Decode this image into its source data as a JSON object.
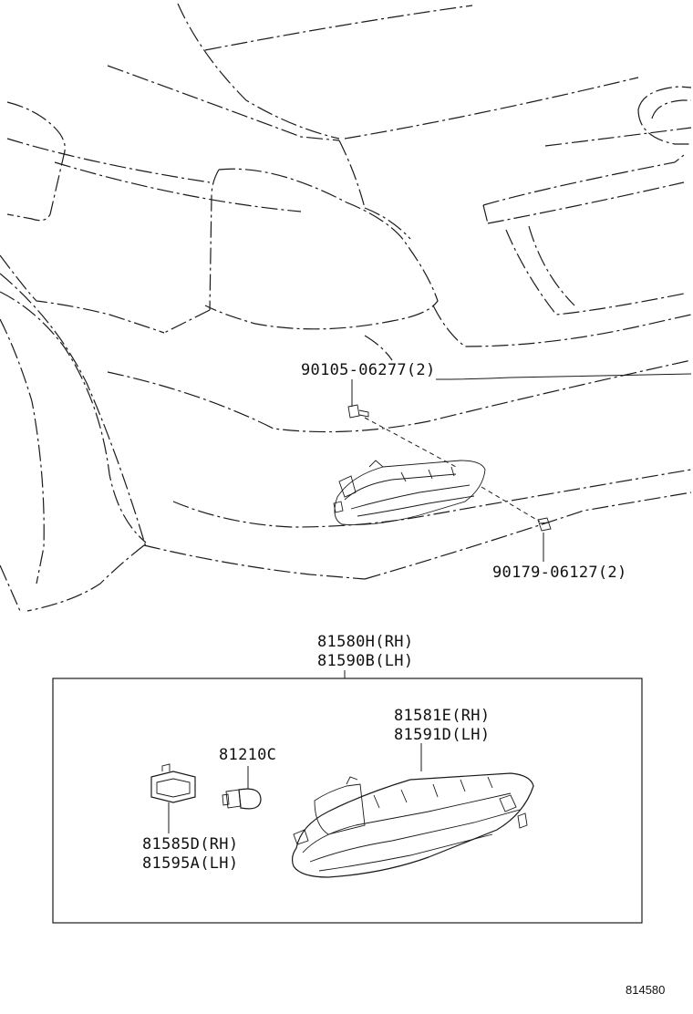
{
  "labels": {
    "screw": "90105-06277(2)",
    "clip": "90179-06127(2)",
    "assembly_rh": "81580H(RH)",
    "assembly_lh": "81590B(LH)",
    "lens_rh": "81581E(RH)",
    "lens_lh": "81591D(LH)",
    "bulb": "81210C",
    "socket_rh": "81585D(RH)",
    "socket_lh": "81595A(LH)"
  },
  "figure_number": "814580"
}
